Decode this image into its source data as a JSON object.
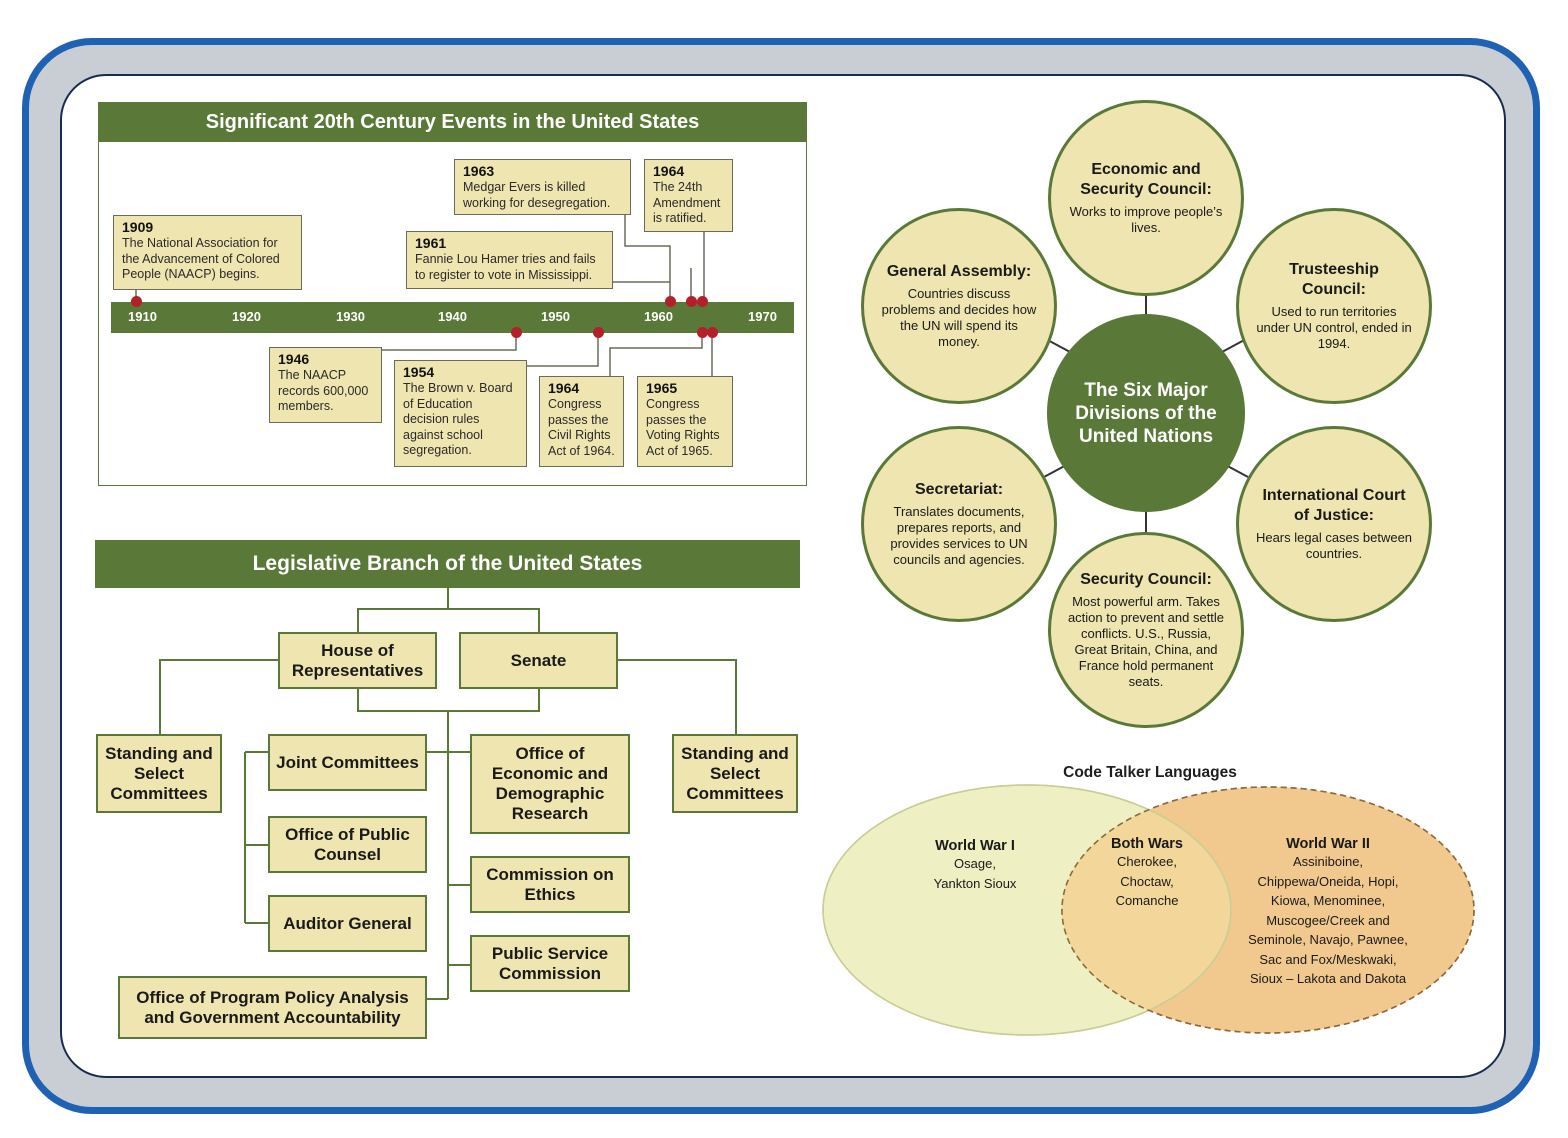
{
  "timeline": {
    "title": "Significant 20th Century Events in the United States",
    "ticks": [
      "1910",
      "1920",
      "1930",
      "1940",
      "1950",
      "1960",
      "1970"
    ],
    "events": [
      {
        "year": "1909",
        "text": "The National Association for the Advancement of Colored People (NAACP) begins."
      },
      {
        "year": "1946",
        "text": "The NAACP records 600,000 members."
      },
      {
        "year": "1954",
        "text": "The Brown v. Board of Education decision rules against school segregation."
      },
      {
        "year": "1961",
        "text": "Fannie Lou Hamer tries and fails to register to vote in Mississippi."
      },
      {
        "year": "1963",
        "text": "Medgar Evers is killed working for desegregation."
      },
      {
        "year": "1964",
        "text": "The 24th Amendment is ratified."
      },
      {
        "year": "1964",
        "text": "Congress passes the Civil Rights Act of 1964."
      },
      {
        "year": "1965",
        "text": "Congress passes the Voting Rights Act of 1965."
      }
    ]
  },
  "legislative": {
    "title": "Legislative Branch of the United States",
    "house": "House of Representatives",
    "senate": "Senate",
    "standing_left": "Standing and Select Committees",
    "standing_right": "Standing and Select Committees",
    "joint": "Joint Committees",
    "public_counsel": "Office of Public Counsel",
    "auditor": "Auditor General",
    "oppaga": "Office of Program Policy Analysis and Government Accountability",
    "edr": "Office of Economic and Demographic Research",
    "ethics": "Commission on Ethics",
    "psc": "Public Service Commission"
  },
  "un": {
    "center": "The Six Major Divisions of the United Nations",
    "divisions": [
      {
        "title": "Economic and Security Council:",
        "desc": "Works to improve people’s lives."
      },
      {
        "title": "Trusteeship Council:",
        "desc": "Used to run territories under UN control, ended in 1994."
      },
      {
        "title": "International Court of Justice:",
        "desc": "Hears legal cases between countries."
      },
      {
        "title": "Security Council:",
        "desc": "Most powerful arm. Takes action to prevent and settle conflicts. U.S., Russia, Great Britain, China, and France hold permanent seats."
      },
      {
        "title": "Secretariat:",
        "desc": "Translates documents, prepares reports, and provides services to UN councils and agencies."
      },
      {
        "title": "General Assembly:",
        "desc": "Countries discuss problems and decides how the UN will spend its money."
      }
    ]
  },
  "venn": {
    "title": "Code Talker Languages",
    "left_title": "World War I",
    "left_items": [
      "Osage,",
      "Yankton Sioux"
    ],
    "both_title": "Both Wars",
    "both_items": [
      "Cherokee,",
      "Choctaw,",
      "Comanche"
    ],
    "right_title": "World War II",
    "right_items": [
      "Assiniboine,",
      "Chippewa/Oneida, Hopi,",
      "Kiowa, Menominee,",
      "Muscogee/Creek and",
      "Seminole, Navajo, Pawnee,",
      "Sac and Fox/Meskwaki,",
      "Sioux – Lakota and Dakota"
    ],
    "colors": {
      "left": "#eef0c4",
      "right": "#f1c98f",
      "overlap": "#f2d69a",
      "green": "#5a7838"
    }
  }
}
